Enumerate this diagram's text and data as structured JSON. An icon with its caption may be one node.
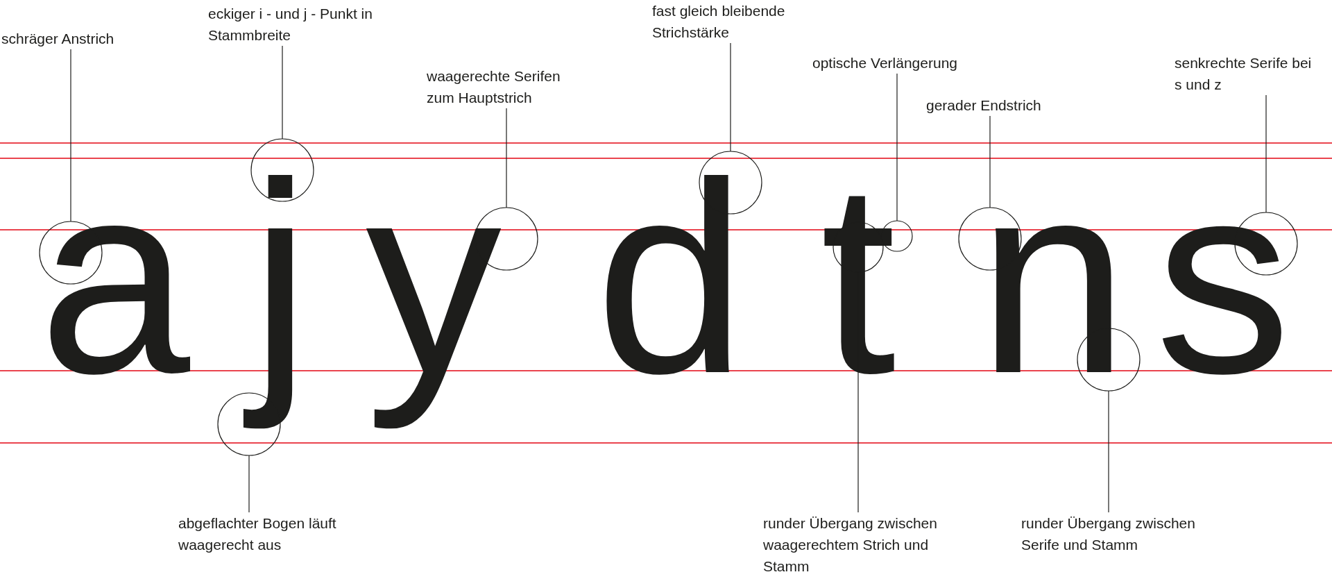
{
  "diagram": {
    "nodes": [
      {
        "text": [
          "schräger Anstrich"
        ]
      },
      {
        "text": [
          "eckiger i - und j - Punkt in Stammbreite"
        ]
      },
      {
        "text": [
          "waagerechte Serifen zum Hauptstrich"
        ]
      },
      {
        "text": [
          "fast gleich bleibende Strichstärke"
        ]
      },
      {
        "text": [
          "optische Verlängerung"
        ]
      },
      {
        "text": [
          "gerader Endstrich"
        ]
      },
      {
        "text": [
          "senkrechte Serife bei s und z"
        ]
      },
      {
        "text": [
          "abgeflachter Bogen läuft waagerecht aus"
        ]
      },
      {
        "text": [
          "runder Übergang zwischen waagerechtem Strich und Stamm"
        ]
      },
      {
        "text": [
          "runder Übergang zwischen Serife und Stamm"
        ]
      },
      {
        "text": [],
        "shape": "circle"
      },
      {
        "text": [],
        "shape": "circle"
      },
      {
        "text": [],
        "shape": "circle"
      },
      {
        "text": [],
        "shape": "circle"
      },
      {
        "text": [],
        "shape": "circle"
      },
      {
        "text": [],
        "shape": "circle"
      },
      {
        "text": [],
        "shape": "circle"
      },
      {
        "text": [],
        "shape": "circle"
      },
      {
        "text": [],
        "shape": "circle"
      },
      {
        "text": [],
        "shape": "circle"
      }
    ],
    "edges": [
      {
        "from": 0,
        "to": 10,
        "arrow": "none"
      },
      {
        "from": 1,
        "to": 11,
        "arrow": "none"
      },
      {
        "from": 2,
        "to": 12,
        "arrow": "none"
      },
      {
        "from": 3,
        "to": 13,
        "arrow": "none"
      },
      {
        "from": 4,
        "to": 14,
        "arrow": "none"
      },
      {
        "from": 5,
        "to": 15,
        "arrow": "none"
      },
      {
        "from": 6,
        "to": 16,
        "arrow": "none"
      },
      {
        "from": 7,
        "to": 17,
        "arrow": "none"
      },
      {
        "from": 8,
        "to": 18,
        "arrow": "none"
      },
      {
        "from": 9,
        "to": 19,
        "arrow": "none"
      }
    ],
    "labels": [
      "a",
      "j",
      "y",
      "d",
      "t",
      "n",
      "s"
    ]
  }
}
